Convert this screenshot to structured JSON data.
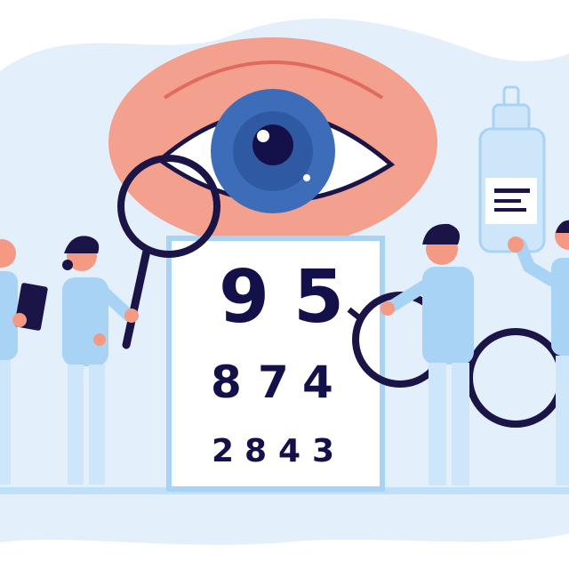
{
  "eye_chart": {
    "row1": [
      "9",
      "5"
    ],
    "row2": [
      "8",
      "7",
      "4"
    ],
    "row3": [
      "2",
      "8",
      "4",
      "3"
    ]
  },
  "colors": {
    "background_blob": "#e3f0fc",
    "eyelid": "#f4a08e",
    "iris": "#3d6db8",
    "outline": "#1b1446",
    "chart_border": "#a9d3f5",
    "scrubs": "#a9d3f5",
    "skin": "#f49a84"
  }
}
